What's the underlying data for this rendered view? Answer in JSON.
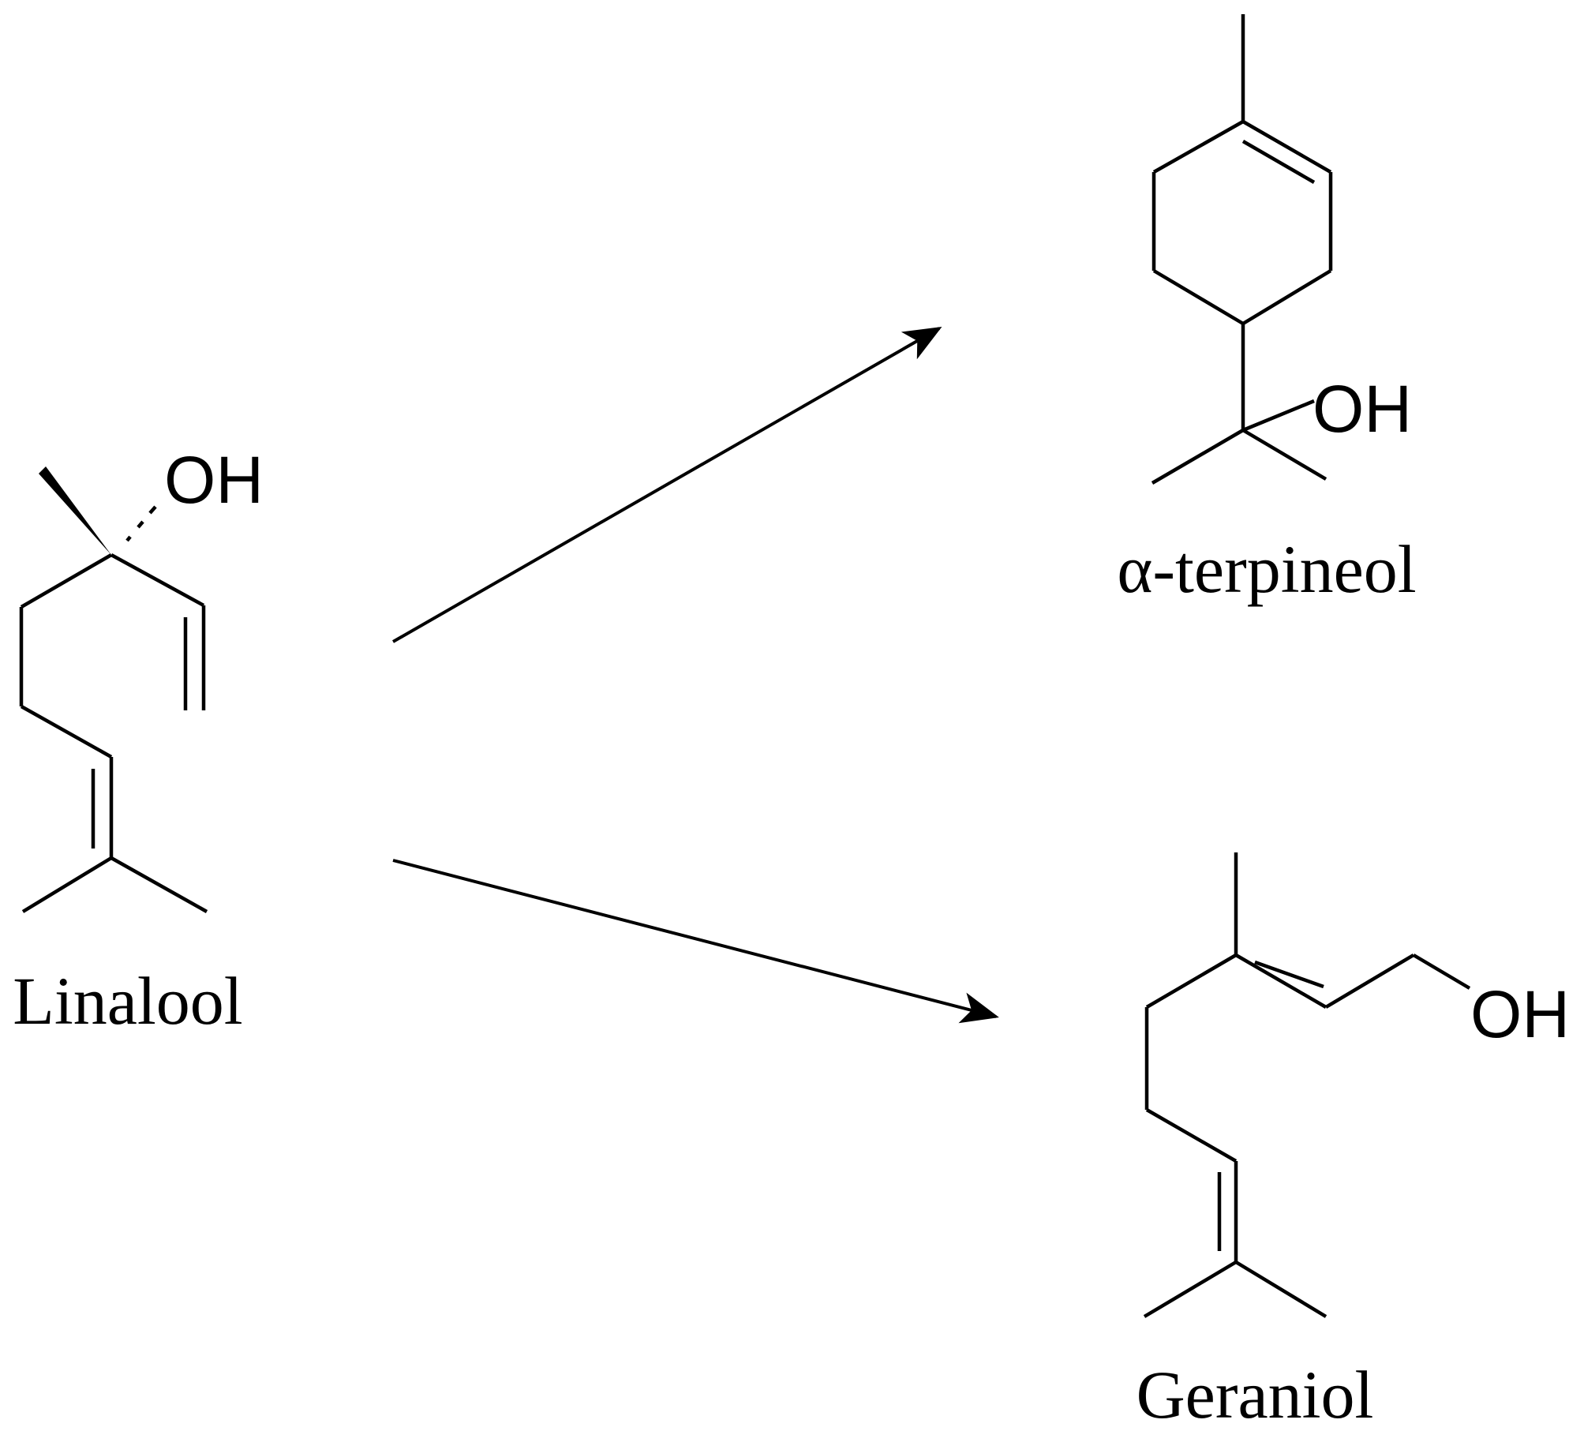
{
  "compounds": {
    "linalool": {
      "name": "Linalool",
      "hydroxyl": "OH"
    },
    "terpineol": {
      "name": "α-terpineol",
      "hydroxyl": "OH"
    },
    "geraniol": {
      "name": "Geraniol",
      "hydroxyl": "OH"
    }
  },
  "colors": {
    "ink": "#000000",
    "background": "#ffffff"
  }
}
